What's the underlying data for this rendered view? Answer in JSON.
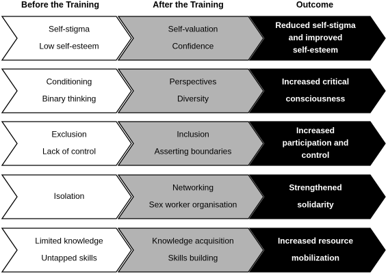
{
  "headers": {
    "before": "Before the Training",
    "after": "After the Training",
    "outcome": "Outcome"
  },
  "colors": {
    "before_fill": "#ffffff",
    "after_fill": "#b3b3b3",
    "outcome_fill": "#000000",
    "stroke": "#000000",
    "outcome_text": "#ffffff"
  },
  "rows": [
    {
      "before": [
        "Self-stigma",
        "Low self-esteem"
      ],
      "after": [
        "Self-valuation",
        "Confidence"
      ],
      "outcome": [
        "Reduced self-stigma",
        "and improved",
        "self-esteem"
      ]
    },
    {
      "before": [
        "Conditioning",
        "Binary thinking"
      ],
      "after": [
        "Perspectives",
        "Diversity"
      ],
      "outcome": [
        "Increased critical",
        "consciousness"
      ]
    },
    {
      "before": [
        "Exclusion",
        "Lack of control"
      ],
      "after": [
        "Inclusion",
        "Asserting boundaries"
      ],
      "outcome": [
        "Increased",
        "participation and",
        "control"
      ]
    },
    {
      "before": [
        "Isolation"
      ],
      "after": [
        "Networking",
        "Sex worker organisation"
      ],
      "outcome": [
        "Strengthened",
        "solidarity"
      ]
    },
    {
      "before": [
        "Limited knowledge",
        "Untapped skills"
      ],
      "after": [
        "Knowledge acquisition",
        "Skills building"
      ],
      "outcome": [
        "Increased resource",
        "mobilization"
      ]
    }
  ]
}
